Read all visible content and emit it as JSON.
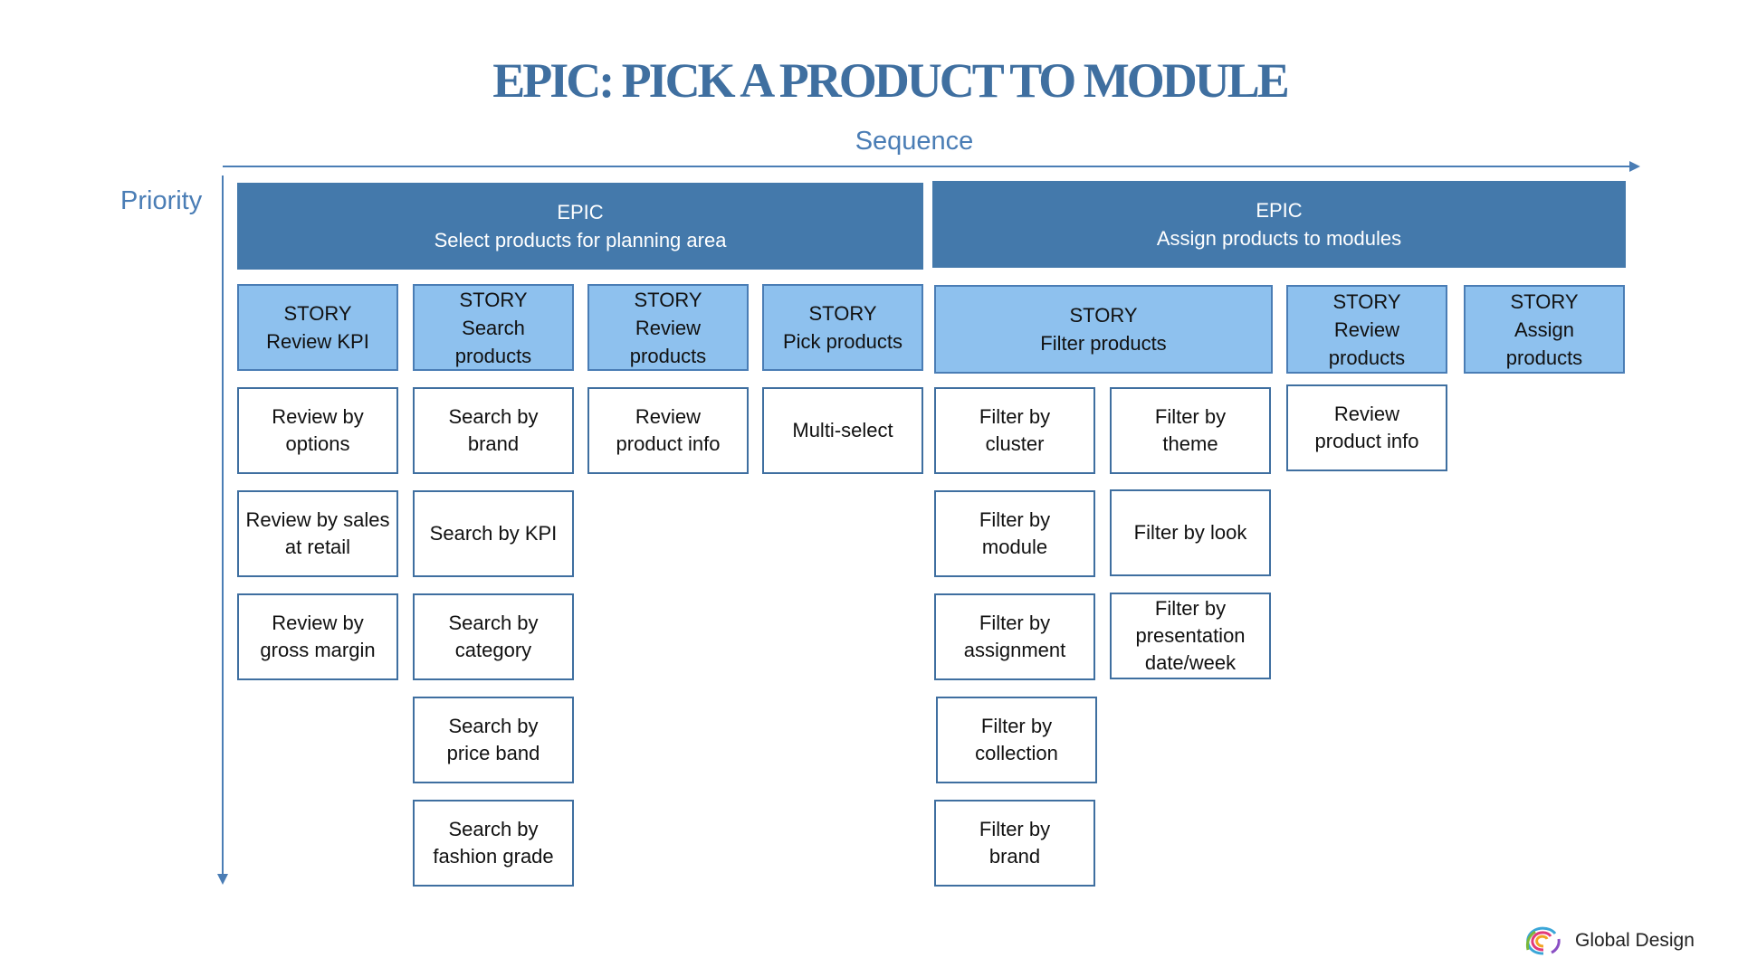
{
  "title": "EPIC: PICK A PRODUCT TO MODULE",
  "axes": {
    "sequence": "Sequence",
    "priority": "Priority"
  },
  "epics": [
    {
      "label": "EPIC",
      "text": "Select products for planning area"
    },
    {
      "label": "EPIC",
      "text": "Assign products to modules"
    }
  ],
  "stories": [
    {
      "label": "STORY",
      "text": "Review KPI"
    },
    {
      "label": "STORY",
      "text": "Search products"
    },
    {
      "label": "STORY",
      "text": "Review products"
    },
    {
      "label": "STORY",
      "text": "Pick products"
    },
    {
      "label": "STORY",
      "text": "Filter products"
    },
    {
      "label": "STORY",
      "text": "Review products"
    },
    {
      "label": "STORY",
      "text": "Assign products"
    }
  ],
  "tasks": {
    "review_kpi": [
      "Review by options",
      "Review by sales at retail",
      "Review by gross margin"
    ],
    "search_products": [
      "Search by brand",
      "Search by KPI",
      "Search by category",
      "Search by price band",
      "Search by fashion grade"
    ],
    "review_products_1": [
      "Review product info"
    ],
    "pick_products": [
      "Multi-select"
    ],
    "filter_col1": [
      "Filter by cluster",
      "Filter by module",
      "Filter by assignment",
      "Filter by collection",
      "Filter by brand"
    ],
    "filter_col2": [
      "Filter by theme",
      "Filter by look",
      "Filter by presentation date/week"
    ],
    "review_products_2": [
      "Review product info"
    ]
  },
  "logo": {
    "text": "Global Design"
  },
  "colors": {
    "epic": "#4479ab",
    "story": "#8ec1ee",
    "border": "#3f6fa0",
    "axis": "#4a7db5",
    "title": "#3f6fa0"
  }
}
